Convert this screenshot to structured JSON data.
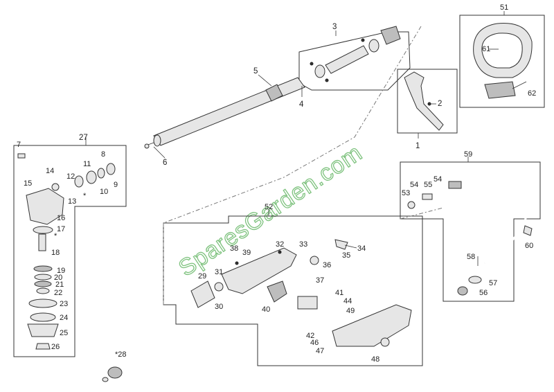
{
  "diagram": {
    "watermark": "SparesGarden.com",
    "callouts": [
      "1",
      "2",
      "3",
      "4",
      "5",
      "6",
      "7",
      "8",
      "9",
      "10",
      "11",
      "12",
      "13",
      "14",
      "15",
      "16",
      "17",
      "18",
      "19",
      "20",
      "21",
      "22",
      "23",
      "24",
      "25",
      "26",
      "*28",
      "29",
      "30",
      "31",
      "32",
      "33",
      "34",
      "35",
      "36",
      "37",
      "38",
      "39",
      "40",
      "41",
      "42",
      "44",
      "46",
      "47",
      "48",
      "49",
      "51",
      "52",
      "53",
      "54",
      "54",
      "55",
      "56",
      "57",
      "58",
      "59",
      "60",
      "61",
      "62",
      "27"
    ],
    "asterisk": "*"
  }
}
